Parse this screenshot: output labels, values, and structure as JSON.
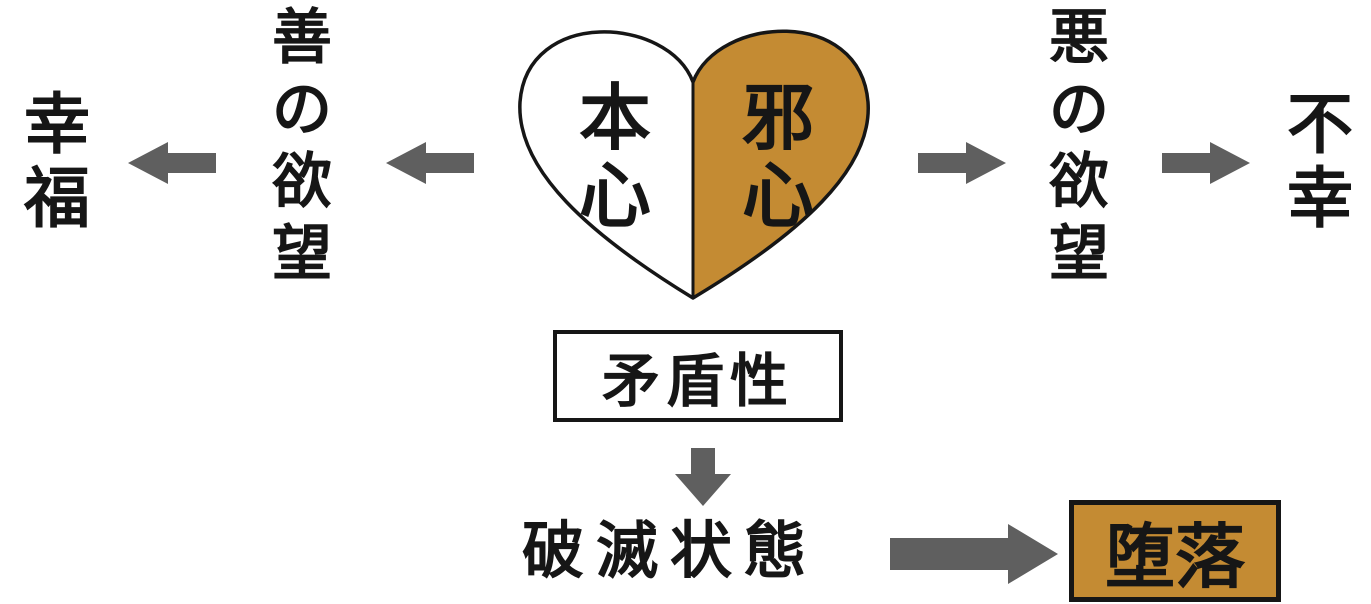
{
  "colors": {
    "accent": "#C48B33",
    "ink": "#161616",
    "arrow": "#5F5F5F"
  },
  "left": {
    "happiness": [
      "幸",
      "福"
    ],
    "good_desire": [
      "善",
      "の",
      "欲",
      "望"
    ]
  },
  "right": {
    "evil_desire": [
      "悪",
      "の",
      "欲",
      "望"
    ],
    "unhappiness": [
      "不",
      "幸"
    ]
  },
  "heart": {
    "left_label": [
      "本",
      "心"
    ],
    "right_label": [
      "邪",
      "心"
    ]
  },
  "contradiction": "矛盾性",
  "ruin": "破滅状態",
  "fall": "堕落"
}
